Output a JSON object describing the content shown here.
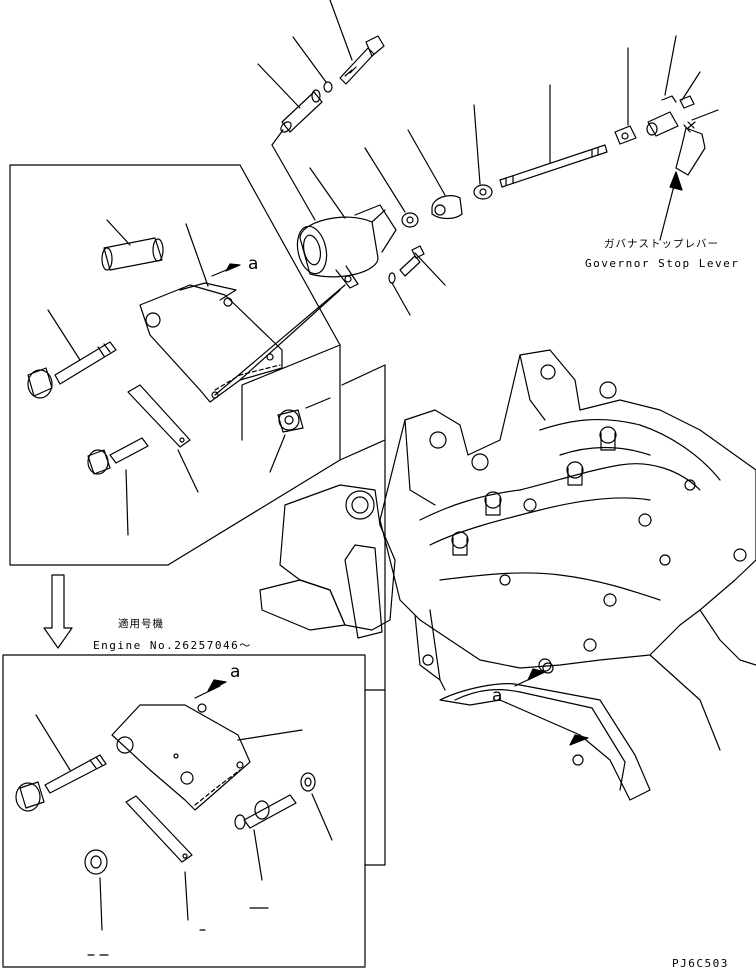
{
  "labels": {
    "governor_stop_lever_jp": "ガバナストップレバー",
    "governor_stop_lever_en": "Governor Stop Lever",
    "applicable_serial_jp": "適用号機",
    "engine_number": "Engine No.26257046〜",
    "callout_a": "a",
    "drawing_code": "PJ6C503"
  }
}
